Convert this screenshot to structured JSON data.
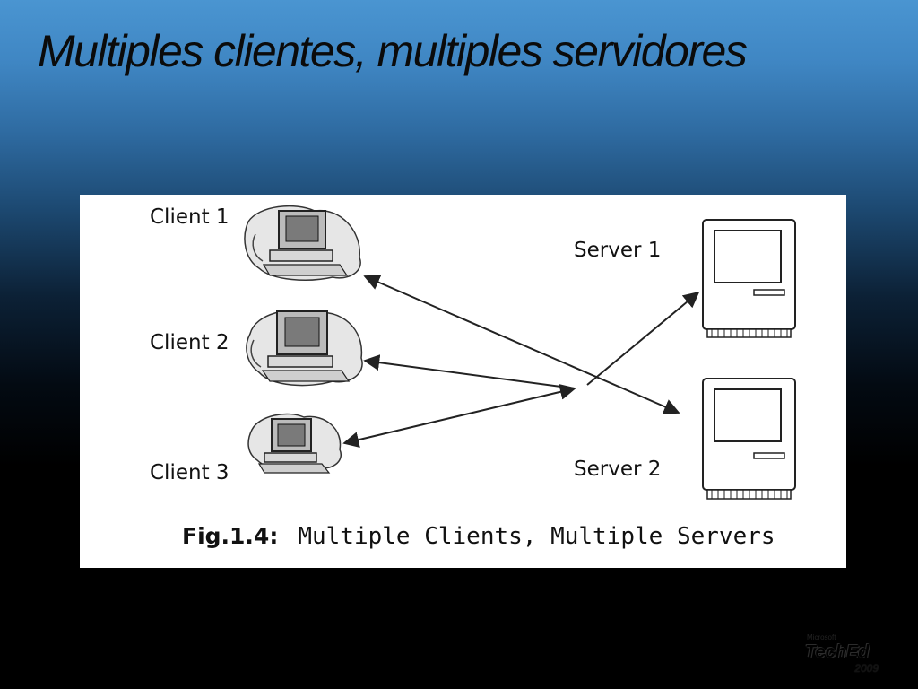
{
  "slide": {
    "title": "Multiples clientes, multiples servidores"
  },
  "figure": {
    "clients": [
      {
        "label": "Client 1"
      },
      {
        "label": "Client 2"
      },
      {
        "label": "Client 3"
      }
    ],
    "servers": [
      {
        "label": "Server 1"
      },
      {
        "label": "Server 2"
      }
    ],
    "caption": {
      "fig_label": "Fig.1.4:",
      "text": "Multiple Clients, Multiple Servers"
    }
  },
  "logo": {
    "small_text": "Microsoft",
    "main_text": "TechEd",
    "year": "2009"
  }
}
